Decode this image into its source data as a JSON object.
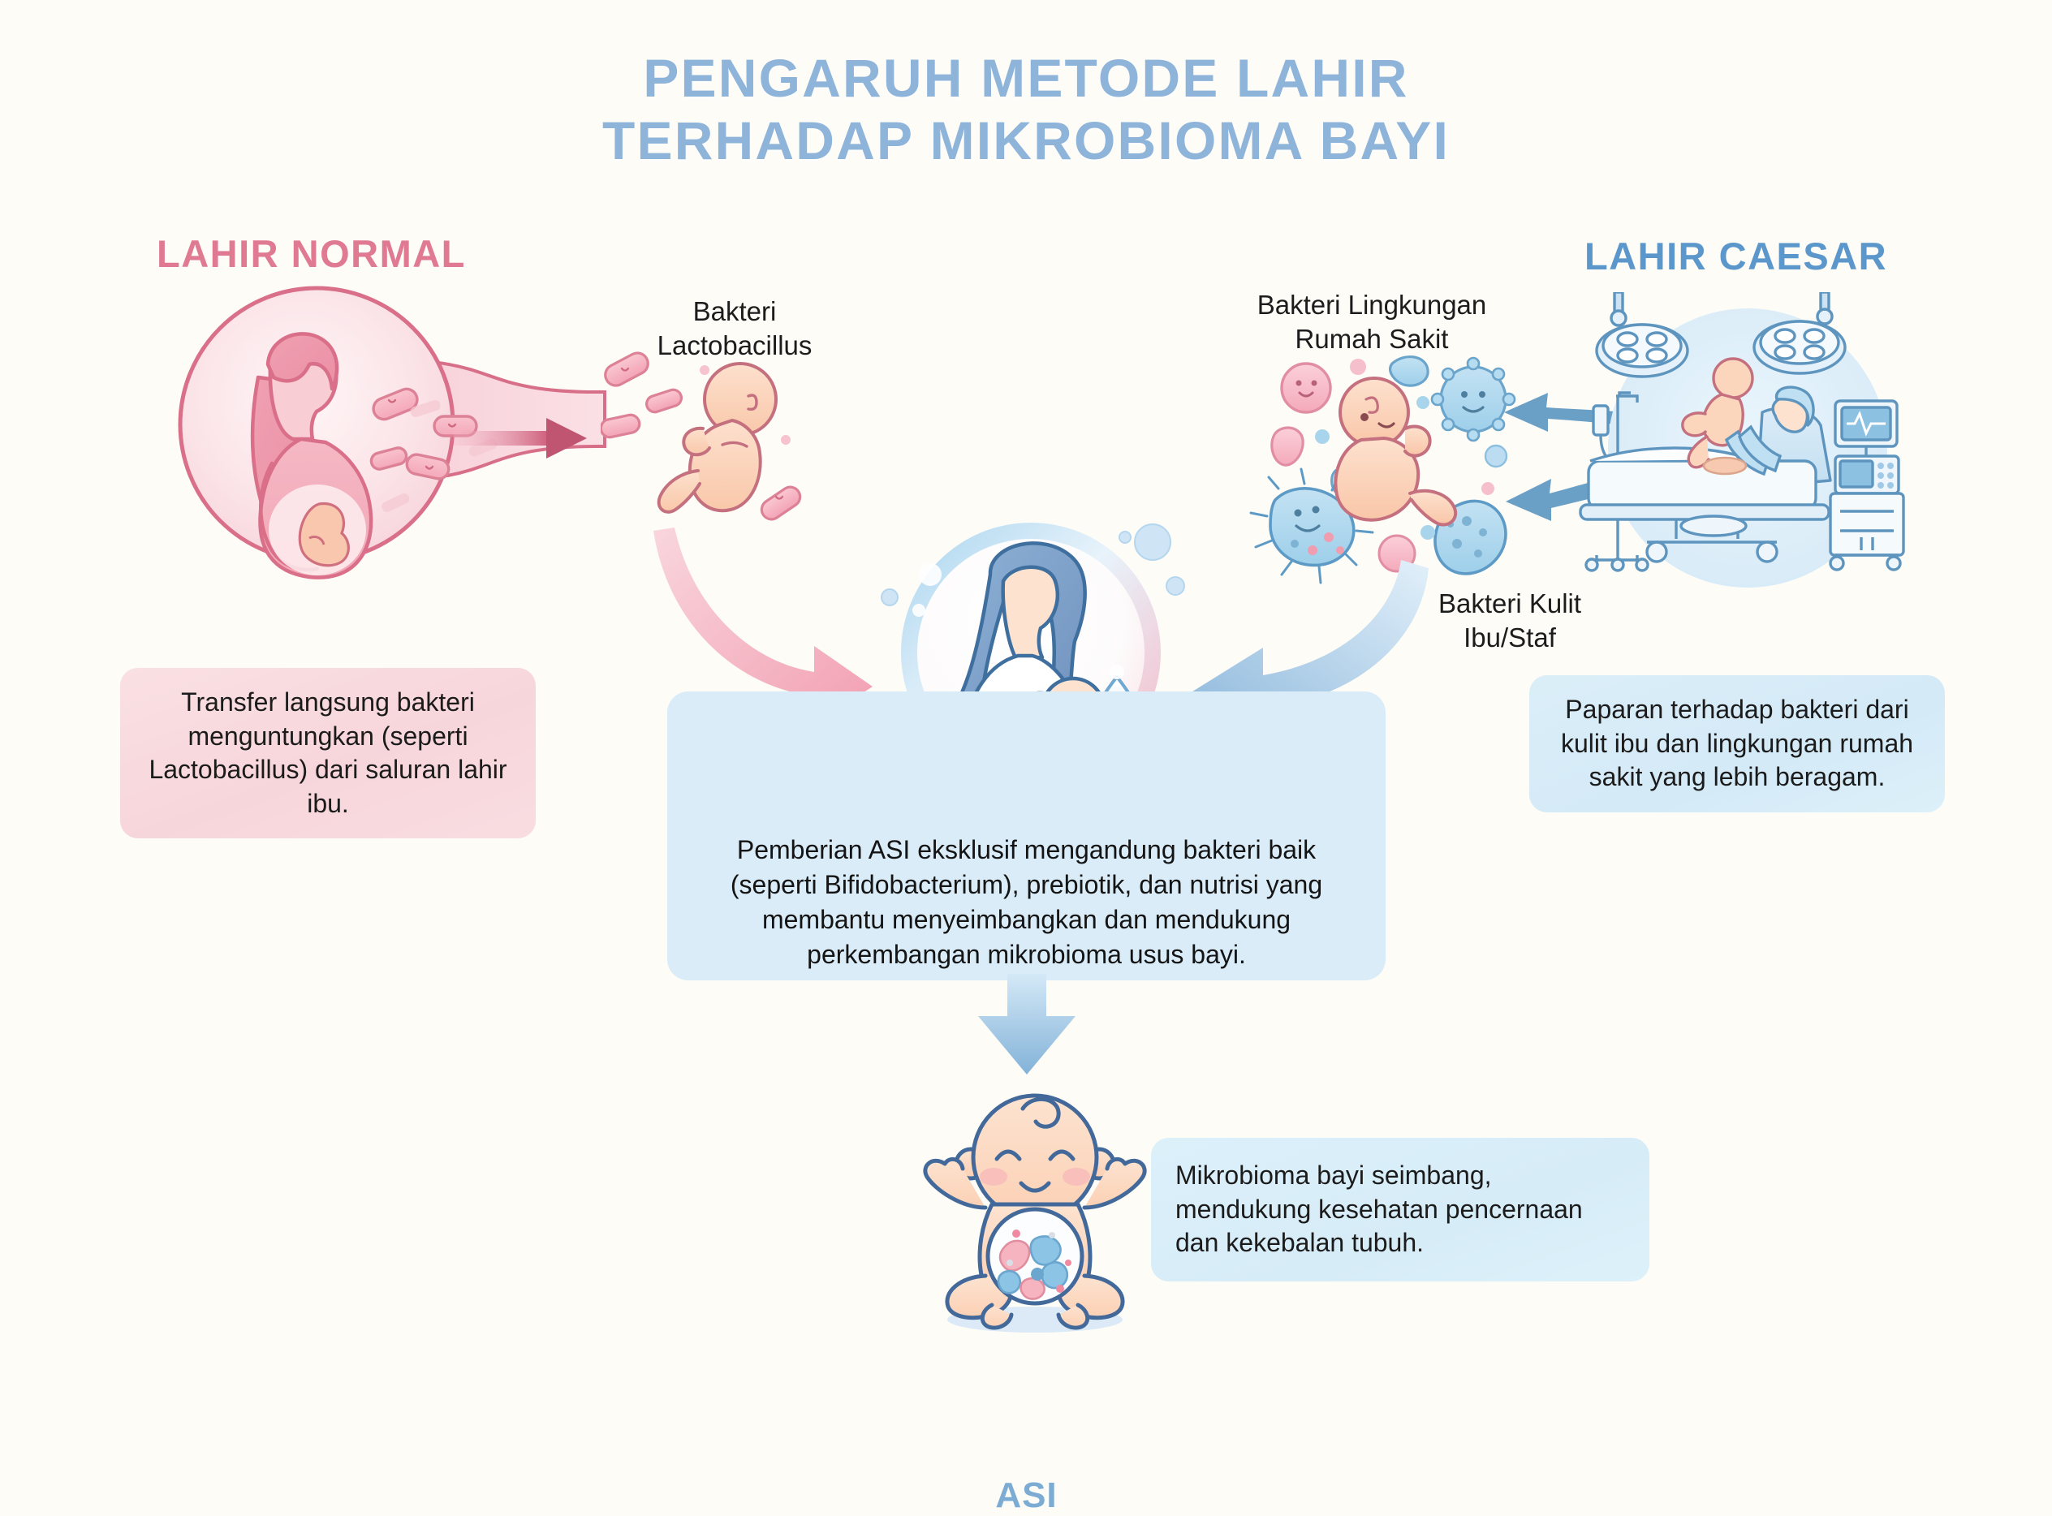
{
  "title": {
    "line1": "PENGARUH METODE LAHIR",
    "line2": "TERHADAP MIKROBIOMA BAYI"
  },
  "sections": {
    "left_heading": "LAHIR NORMAL",
    "right_heading": "LAHIR CAESAR"
  },
  "labels": {
    "lactobacillus": "Bakteri\nLactobacillus",
    "hospital_bacteria": "Bakteri Lingkungan\nRumah Sakit",
    "skin_bacteria": "Bakteri Kulit\nIbu/Staf"
  },
  "callouts": {
    "left_pink": "Transfer langsung bakteri menguntungkan (seperti Lactobacillus) dari saluran lahir ibu.",
    "right_blue": "Paparan terhadap bakteri dari kulit ibu dan lingkungan rumah sakit yang lebih beragam.",
    "bottom_blue": "Mikrobioma bayi seimbang, mendukung kesehatan pencernaan dan kekebalan tubuh."
  },
  "center": {
    "asi_title": "ASI",
    "asi_body": "Pemberian ASI eksklusif mengandung bakteri baik (seperti Bifidobacterium), prebiotik, dan nutrisi yang membantu menyeimbangkan dan mendukung perkembangan mikrobioma usus bayi."
  },
  "icons": {
    "pregnant_mother": "pregnant-mother-icon",
    "birth_canal": "birth-canal-icon",
    "lactobacillus_rods": "lactobacillus-rod-icon",
    "fetus": "fetus-icon",
    "breastfeeding_mother": "breastfeeding-mother-icon",
    "milk_droplet": "milk-droplet-icon",
    "bubbles": "bubble-icon",
    "diverse_bacteria": "diverse-bacteria-icon",
    "newborn_baby": "newborn-baby-icon",
    "operating_room": "operating-room-icon",
    "surgical_light": "surgical-light-icon",
    "vital_monitor": "vital-monitor-icon",
    "iv_stand": "iv-stand-icon",
    "smiling_baby": "smiling-baby-icon",
    "gut_microbiome": "gut-microbiome-icon",
    "arrow_pink_curved": "curved-arrow-right-icon",
    "arrow_blue_curved": "curved-arrow-left-icon",
    "arrow_down": "arrow-down-icon",
    "arrow_straight_right": "arrow-right-icon",
    "arrow_small_left": "small-arrow-left-icon"
  },
  "colors": {
    "background": "#fdfcf7",
    "title_blue": "#8fb4d9",
    "pink_accent": "#e07a93",
    "blue_accent": "#5c97cb",
    "pink_box": "#f8dcdf",
    "blue_box": "#d9ecf7",
    "skin": "#fbd9c3",
    "bacteria_blue": "#a8d3ea",
    "bacteria_pink": "#f5b9c5"
  }
}
